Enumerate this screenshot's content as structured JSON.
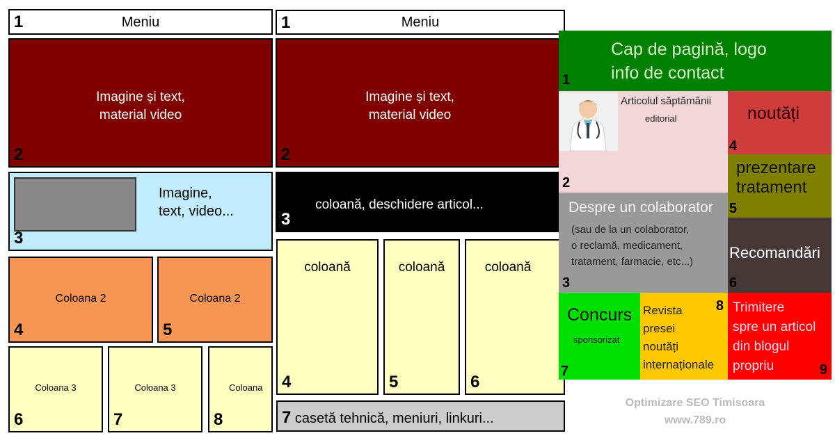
{
  "layout1": {
    "menu": {
      "num": "1",
      "label": "Meniu"
    },
    "hero": {
      "num": "2",
      "text": [
        "Imagine și text,",
        "material video"
      ]
    },
    "feature": {
      "num": "3",
      "text": [
        "Imagine,",
        "text, video..."
      ]
    },
    "col2": [
      {
        "num": "4",
        "label": "Coloana 2"
      },
      {
        "num": "5",
        "label": "Coloana 2"
      }
    ],
    "col3": [
      {
        "num": "6",
        "label": "Coloana 3"
      },
      {
        "num": "7",
        "label": "Coloana 3"
      },
      {
        "num": "8",
        "label": "Coloana"
      }
    ]
  },
  "layout2": {
    "menu": {
      "num": "1",
      "label": "Meniu"
    },
    "hero": {
      "num": "2",
      "text": [
        "Imagine și text,",
        "material video"
      ]
    },
    "bar": {
      "num": "3",
      "label": "coloană, deschidere articol..."
    },
    "cols": [
      {
        "num": "4",
        "label": "coloană"
      },
      {
        "num": "5",
        "label": "coloană"
      },
      {
        "num": "6",
        "label": "coloană"
      }
    ],
    "footer": {
      "num": "7",
      "label": "casetă tehnică, meniuri, linkuri..."
    }
  },
  "layout3": {
    "header": {
      "num": "1",
      "text": [
        "Cap de pagină, logo",
        "info de contact"
      ]
    },
    "article": {
      "num": "2",
      "title": "Articolul săptămânii",
      "sub": "editorial"
    },
    "news": {
      "num": "4",
      "label": "noutăți"
    },
    "treatment": {
      "num": "5",
      "text": [
        "prezentare",
        "tratament"
      ]
    },
    "collab": {
      "num": "3",
      "title": "Despre un colaborator",
      "text": [
        "(sau de la un colaborator,",
        "o reclamă, medicament,",
        "tratament, farmacie, etc...)"
      ]
    },
    "recom": {
      "num": "6",
      "label": "Recomandări"
    },
    "contest": {
      "num": "7",
      "title": "Concurs",
      "sub": "sponsorizat"
    },
    "press": {
      "num": "8",
      "text": [
        "Revista",
        "presei",
        "noutăți",
        "internaționale"
      ]
    },
    "link": {
      "num": "9",
      "text": [
        "Trimitere",
        "spre un articol",
        "din blogul",
        "propriu"
      ]
    }
  },
  "watermark": {
    "line1": "Optimizare SEO Timisoara",
    "line2": "www.789.ro"
  },
  "colors": {
    "darkred": "#800000",
    "lightblue": "#c0ecfc",
    "orange": "#f79552",
    "yellow": "#ffffc0",
    "green": "#008000"
  }
}
